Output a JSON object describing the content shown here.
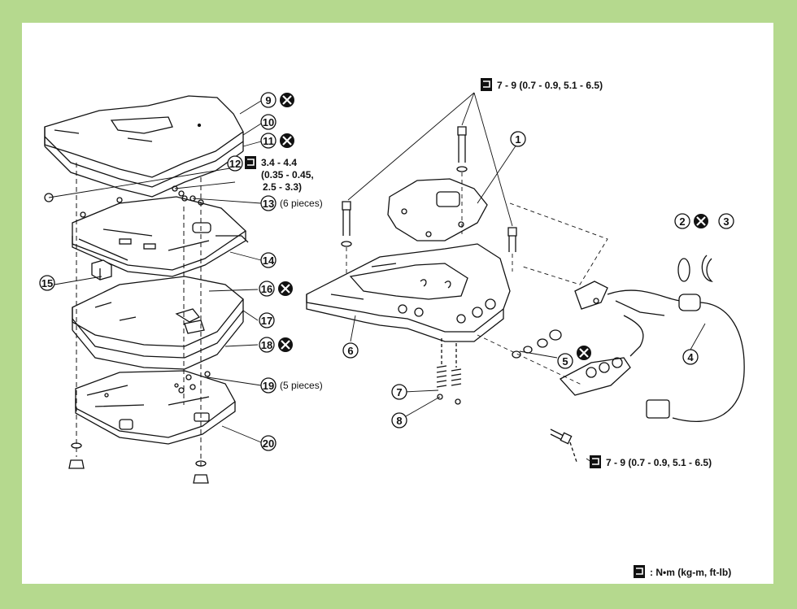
{
  "callouts": {
    "c1": "1",
    "c2": "2",
    "c3": "3",
    "c4": "4",
    "c5": "5",
    "c6": "6",
    "c7": "7",
    "c8": "8",
    "c9": "9",
    "c10": "10",
    "c11": "11",
    "c12": "12",
    "c13": "13",
    "c14": "14",
    "c15": "15",
    "c16": "16",
    "c17": "17",
    "c18": "18",
    "c19": "19",
    "c20": "20"
  },
  "torque_top": "7 - 9 (0.7 - 0.9, 5.1 - 6.5)",
  "torque_bottom": "7 - 9 (0.7 - 0.9, 5.1 - 6.5)",
  "torque_12_line1": "3.4 - 4.4",
  "torque_12_line2": "(0.35 - 0.45,",
  "torque_12_line3": "2.5 - 3.3)",
  "qty_13": "(6 pieces)",
  "qty_19": "(5 pieces)",
  "legend_text": ": N•m (kg-m, ft-lb)",
  "colors": {
    "frame": "#b5d98e",
    "sheet": "#ffffff",
    "ink": "#111111"
  },
  "icons": {
    "torque": "torque-wrench-icon",
    "replace": "do-not-reuse-icon"
  }
}
